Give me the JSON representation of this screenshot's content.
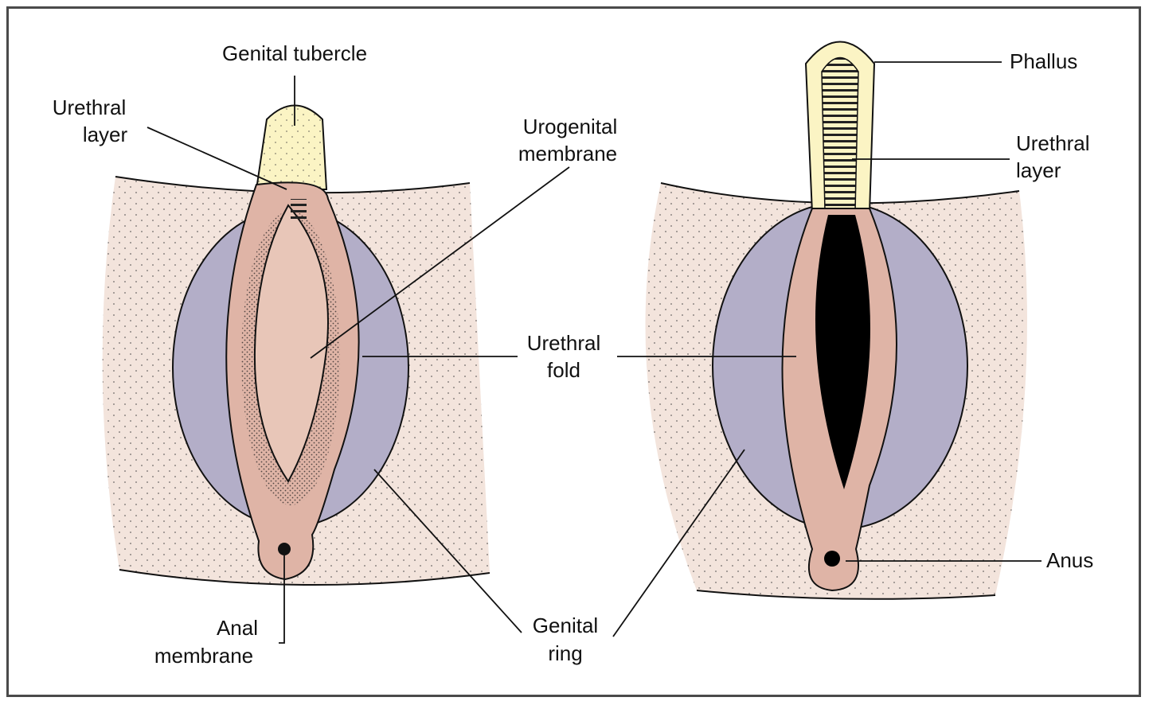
{
  "labels": {
    "genital_tubercle": "Genital tubercle",
    "urethral_layer_left_1": "Urethral",
    "urethral_layer_left_2": "layer",
    "urogenital_membrane_1": "Urogenital",
    "urogenital_membrane_2": "membrane",
    "urethral_fold_1": "Urethral",
    "urethral_fold_2": "fold",
    "anal_membrane_1": "Anal",
    "anal_membrane_2": "membrane",
    "genital_ring_1": "Genital",
    "genital_ring_2": "ring",
    "phallus": "Phallus",
    "urethral_layer_right_1": "Urethral",
    "urethral_layer_right_2": "layer",
    "anus": "Anus"
  },
  "colors": {
    "perineum": "#f3e4dc",
    "genital_ring": "#b3aec8",
    "urethral_fold": "#dfb4a6",
    "tubercle": "#fbf4c4",
    "urethral_groove": "#000000",
    "outline": "#111111"
  }
}
